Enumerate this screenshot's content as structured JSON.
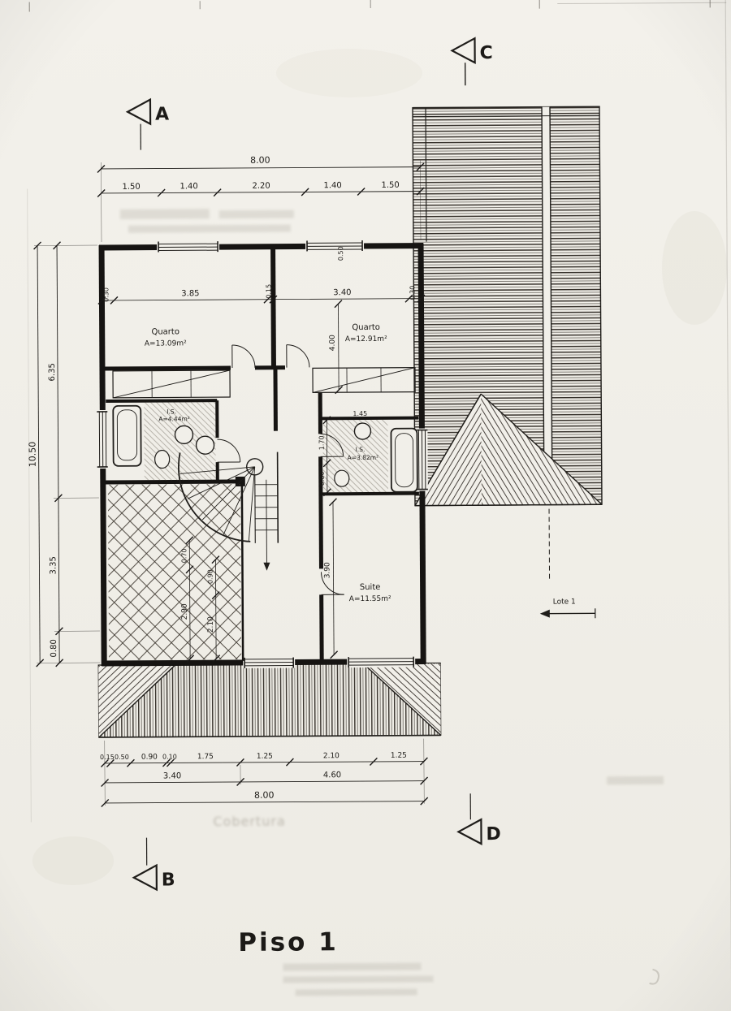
{
  "page": {
    "title": "Piso 1",
    "faint_label": "Cobertura"
  },
  "section_markers": {
    "a": "A",
    "b": "B",
    "c": "C",
    "d": "D"
  },
  "site_label": "Lote 1",
  "rooms": {
    "quarto_left": {
      "name": "Quarto",
      "area": "A=13.09m²"
    },
    "quarto_right": {
      "name": "Quarto",
      "area": "A=12.91m²"
    },
    "suite": {
      "name": "Suite",
      "area": "A=11.55m²"
    },
    "bath_left": {
      "name": "I.S.",
      "area": "A=4.44m²"
    },
    "bath_right": {
      "name": "I.S.",
      "area": "A=3.82m²"
    }
  },
  "dimensions": {
    "top": {
      "total": "8.00",
      "segments": [
        "1.50",
        "1.40",
        "2.20",
        "1.40",
        "1.50"
      ]
    },
    "left": {
      "total": "10.50",
      "segments": [
        "6.35",
        "3.35",
        "0.80"
      ]
    },
    "interior_top": {
      "segments": [
        "0.30",
        "3.85",
        "0.15",
        "3.40",
        "0.30"
      ],
      "window": "0.50"
    },
    "bottom": {
      "row1": [
        "0.15",
        "0.50",
        "0.90",
        "0.10",
        "1.75",
        "1.25",
        "2.10",
        "1.25"
      ],
      "row2": [
        "3.40",
        "4.60"
      ],
      "total": "8.00"
    },
    "rooms": {
      "quarto_right_depth": "4.00",
      "suite_depth": "3.90",
      "bath_right_width": "1.45",
      "bath_right_depth": "1.70",
      "bath_right_tub": "0.80",
      "terrace_a": "2.90",
      "terrace_b": "2.10",
      "terrace_c": "0.70",
      "terrace_d": "0.90"
    }
  }
}
